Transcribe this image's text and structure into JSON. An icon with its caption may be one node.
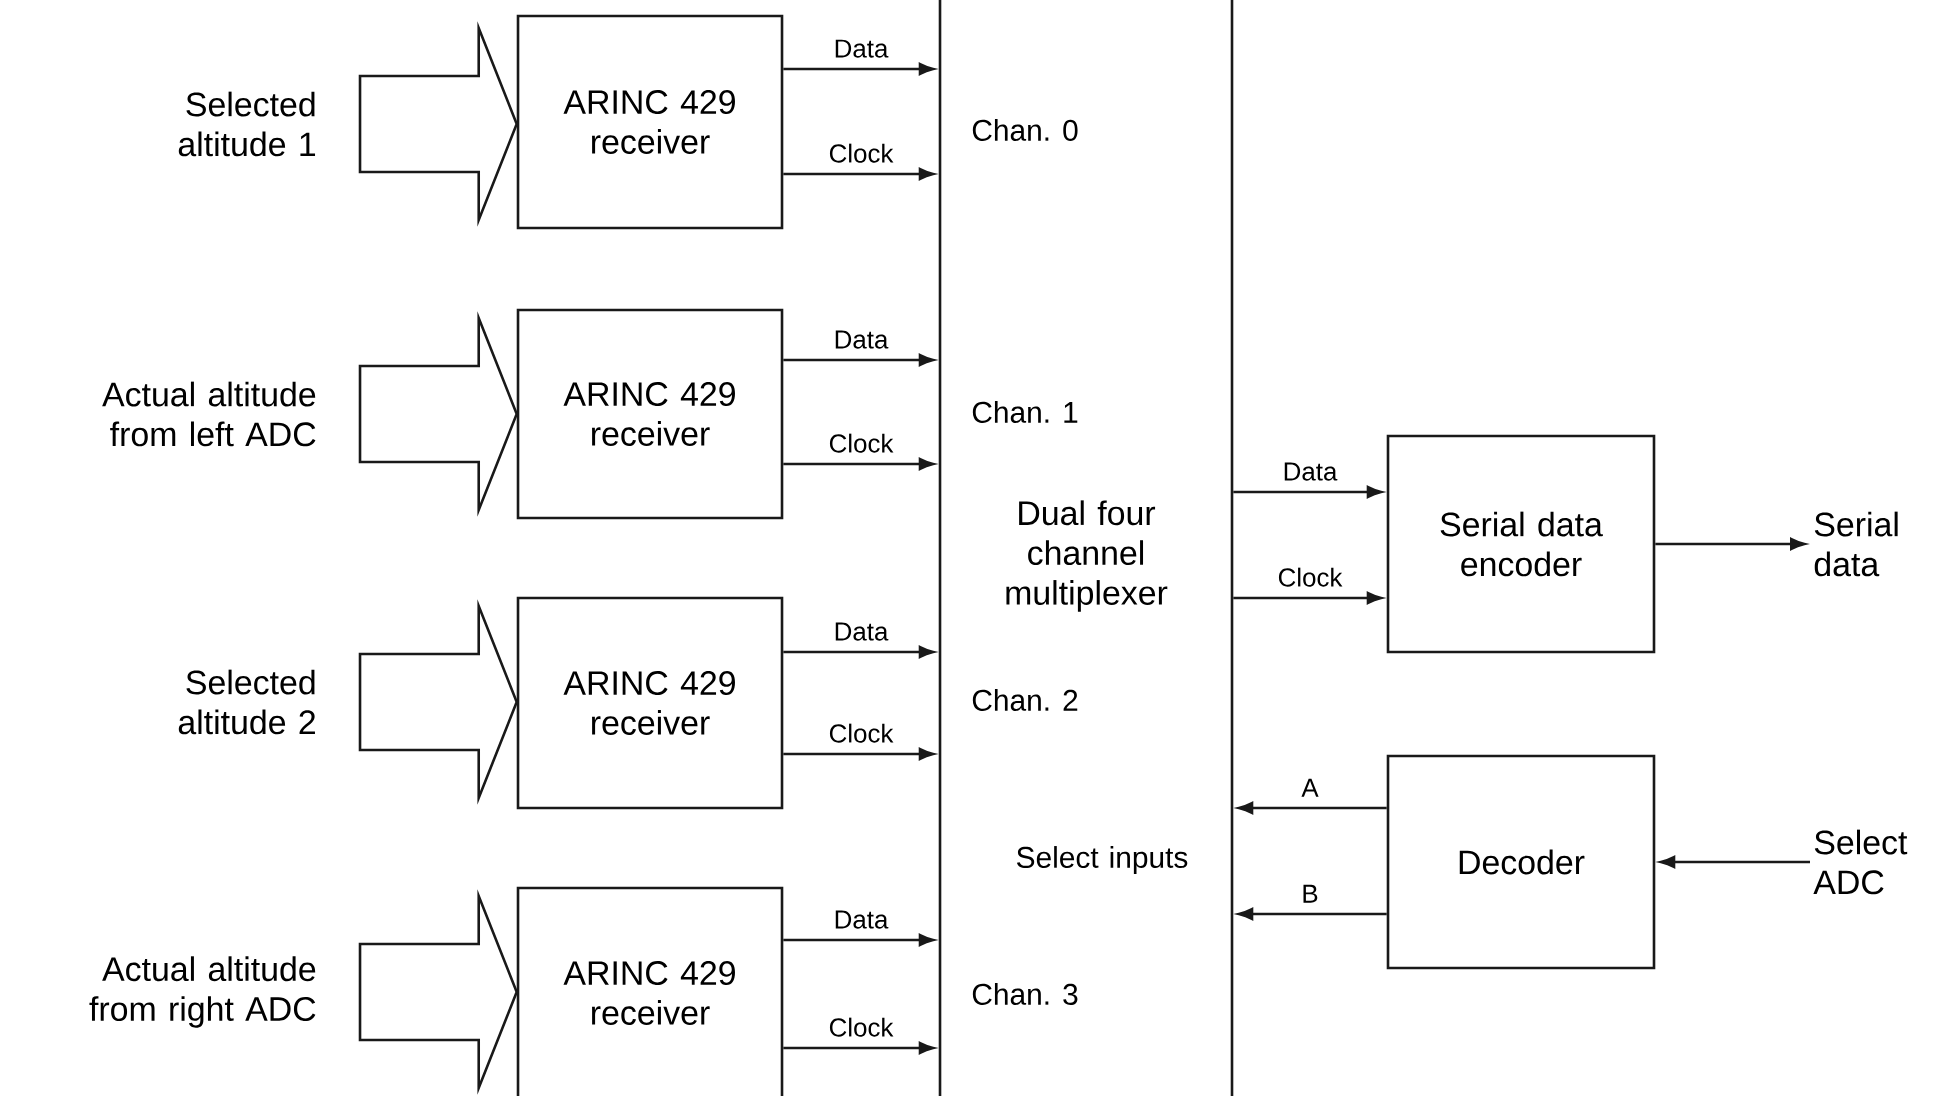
{
  "diagram": {
    "nodes": [
      {
        "text": [
          "Selected altitude 1"
        ]
      },
      {
        "text": [
          "ARINC 429 receiver"
        ]
      },
      {
        "text": [
          "Actual altitude from left ADC"
        ]
      },
      {
        "text": [
          "ARINC 429 receiver"
        ]
      },
      {
        "text": [
          "Selected altitude 2"
        ]
      },
      {
        "text": [
          "ARINC 429 receiver"
        ]
      },
      {
        "text": [
          "Actual altitude from right ADC"
        ]
      },
      {
        "text": [
          "ARINC 429 receiver"
        ]
      },
      {
        "text": [
          "Chan. 0",
          "Chan. 1",
          "Dual four channel multiplexer",
          "Chan. 2",
          "Select inputs",
          "Chan. 3"
        ]
      },
      {
        "text": [
          "Serial data encoder"
        ]
      },
      {
        "text": [
          "Serial data"
        ]
      },
      {
        "text": [
          "Decoder"
        ]
      },
      {
        "text": [
          "Select ADC"
        ]
      }
    ],
    "edges": [
      {
        "from": 0,
        "to": 1,
        "arrow": "to",
        "style": "thick"
      },
      {
        "from": 2,
        "to": 3,
        "arrow": "to",
        "style": "thick"
      },
      {
        "from": 4,
        "to": 5,
        "arrow": "to",
        "style": "thick"
      },
      {
        "from": 6,
        "to": 7,
        "arrow": "to",
        "style": "thick"
      },
      {
        "from": 1,
        "to": 8,
        "arrow": "to",
        "label": "Data"
      },
      {
        "from": 1,
        "to": 8,
        "arrow": "to",
        "label": "Clock"
      },
      {
        "from": 3,
        "to": 8,
        "arrow": "to",
        "label": "Data"
      },
      {
        "from": 3,
        "to": 8,
        "arrow": "to",
        "label": "Clock"
      },
      {
        "from": 5,
        "to": 8,
        "arrow": "to",
        "label": "Data"
      },
      {
        "from": 5,
        "to": 8,
        "arrow": "to",
        "label": "Clock"
      },
      {
        "from": 7,
        "to": 8,
        "arrow": "to",
        "label": "Data"
      },
      {
        "from": 7,
        "to": 8,
        "arrow": "to",
        "label": "Clock"
      },
      {
        "from": 8,
        "to": 9,
        "arrow": "to",
        "label": "Data"
      },
      {
        "from": 8,
        "to": 9,
        "arrow": "to",
        "label": "Clock"
      },
      {
        "from": 9,
        "to": 10,
        "arrow": "to"
      },
      {
        "from": 11,
        "to": 8,
        "arrow": "to",
        "label": "A"
      },
      {
        "from": 11,
        "to": 8,
        "arrow": "to",
        "label": "B"
      },
      {
        "from": 12,
        "to": 11,
        "arrow": "to"
      }
    ]
  }
}
